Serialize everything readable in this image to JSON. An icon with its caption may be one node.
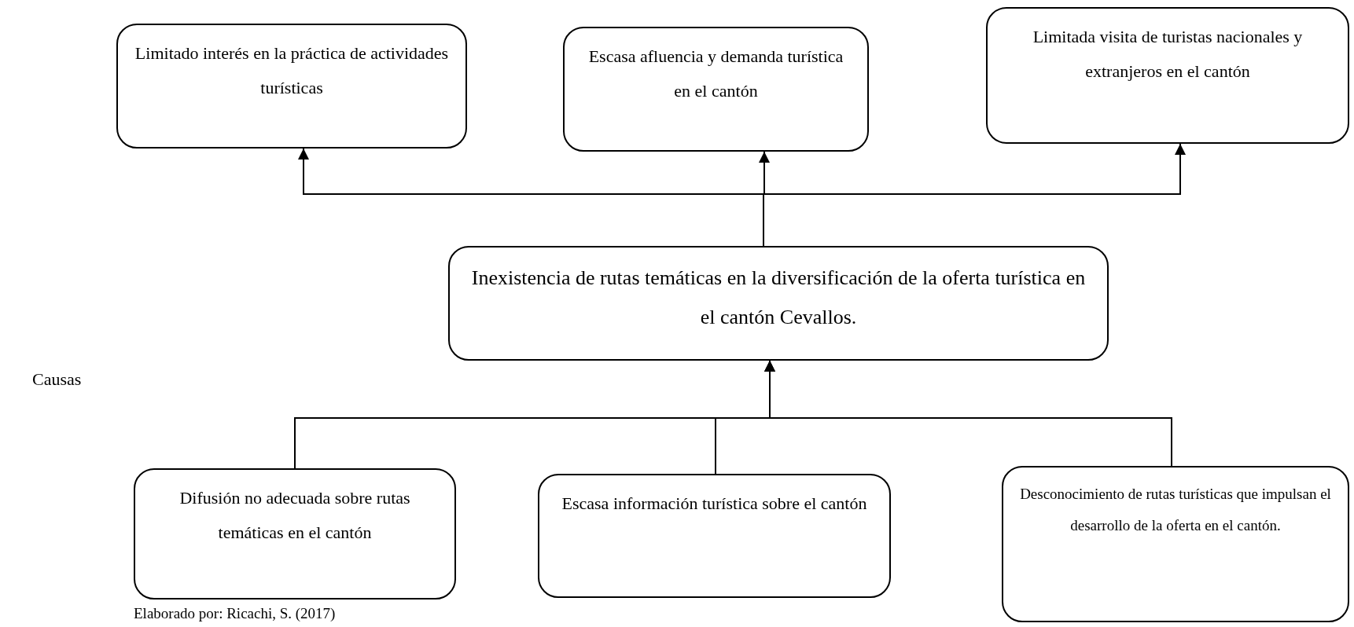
{
  "diagram": {
    "caption": "Elaborado por: Ricachi, S. (2017)",
    "nodes": [
      {
        "text": [
          "Limitado interés en la  práctica de actividades turísticas"
        ]
      },
      {
        "text": [
          "Escasa afluencia y demanda turística en el cantón"
        ]
      },
      {
        "text": [
          "Limitada visita de turistas nacionales y extranjeros  en el cantón"
        ]
      },
      {
        "text": [
          "Inexistencia de rutas temáticas en la diversificación de la oferta turística en el cantón Cevallos."
        ]
      },
      {
        "text": [
          "Difusión no adecuada  sobre rutas temáticas en el cantón"
        ]
      },
      {
        "text": [
          "Escasa información turística sobre el cantón"
        ]
      },
      {
        "text": [
          "Desconocimiento de rutas turísticas  que impulsan el desarrollo de la oferta  en el cantón."
        ]
      }
    ],
    "edges": [
      {
        "from": 3,
        "to": 0,
        "arrow": "to"
      },
      {
        "from": 3,
        "to": 1,
        "arrow": "to"
      },
      {
        "from": 3,
        "to": 2,
        "arrow": "to"
      },
      {
        "from": 4,
        "to": 3,
        "arrow": "to"
      },
      {
        "from": 5,
        "to": 3,
        "arrow": "to"
      },
      {
        "from": 6,
        "to": 3,
        "arrow": "to"
      }
    ],
    "labels": [
      "Causas"
    ]
  }
}
